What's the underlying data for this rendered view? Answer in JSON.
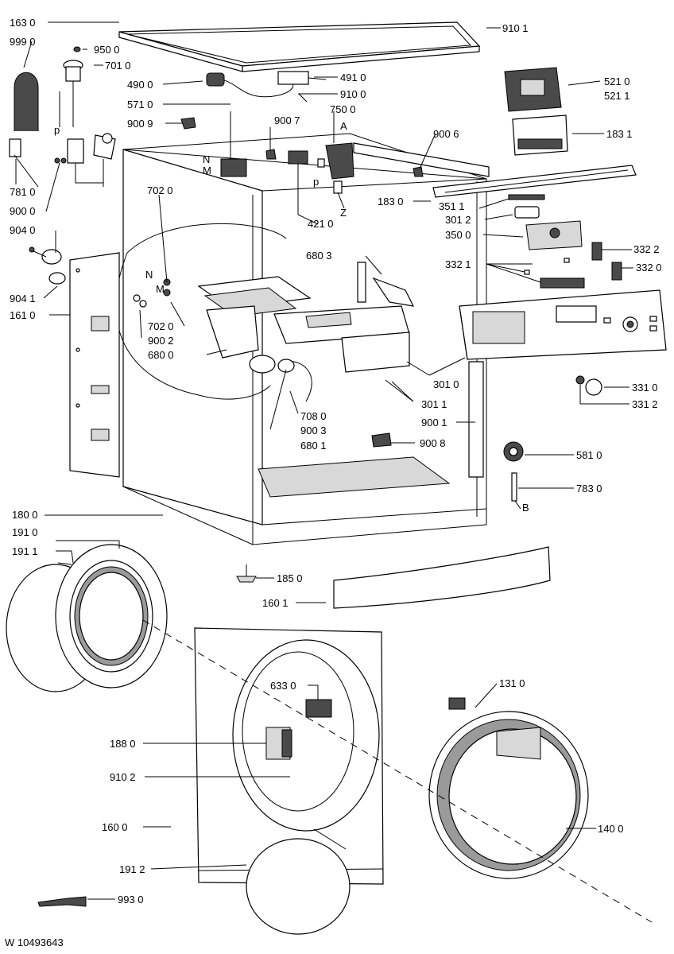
{
  "document_code": "W 10493643",
  "labels": {
    "l1630": "163 0",
    "l9990": "999 0",
    "l9500": "950 0",
    "l7010": "701 0",
    "l4900": "490 0",
    "l4910": "491 0",
    "l9100": "910 0",
    "l5710": "571 0",
    "l7500": "750 0",
    "l9009": "900 9",
    "l9007": "900 7",
    "lA": "A",
    "l9006": "900 6",
    "lN1": "N",
    "lM1": "M",
    "lp2": "p",
    "lZ": "Z",
    "l7810": "781 0",
    "l9000": "900 0",
    "l7020a": "702 0",
    "l4210": "421 0",
    "l9040": "904 0",
    "l6803": "680 3",
    "lN2": "N",
    "lM2": "M",
    "l9041": "904 1",
    "l1610": "161 0",
    "l7020b": "702 0",
    "l9002": "900 2",
    "l6800": "680 0",
    "l3010": "301 0",
    "l3011": "301 1",
    "l7080": "708 0",
    "l9003": "900 3",
    "l6801": "680 1",
    "l9001": "900 1",
    "l9008": "900 8",
    "l9101": "910 1",
    "l5210": "521 0",
    "l5211": "521 1",
    "l1831": "183 1",
    "l1830": "183 0",
    "l3511": "351 1",
    "l3012": "301 2",
    "l3500": "350 0",
    "l3322": "332 2",
    "l3321": "332 1",
    "l3320": "332 0",
    "l3310": "331 0",
    "l3312": "331 2",
    "l5810": "581 0",
    "l7830": "783 0",
    "lB": "B",
    "lp1": "p",
    "l1800": "180 0",
    "l1910": "191 0",
    "l1911": "191 1",
    "l1850": "185 0",
    "l1601": "160 1",
    "l6330": "633 0",
    "l1880": "188 0",
    "l9102": "910 2",
    "l1600": "160 0",
    "l1912": "191 2",
    "l9930": "993 0",
    "l1310": "131 0",
    "l1400": "140 0"
  },
  "colors": {
    "ink": "#000000",
    "paper": "#ffffff",
    "shade_dark": "#4a4a4a",
    "shade_mid": "#9a9a9a",
    "shade_light": "#d8d8d8"
  }
}
